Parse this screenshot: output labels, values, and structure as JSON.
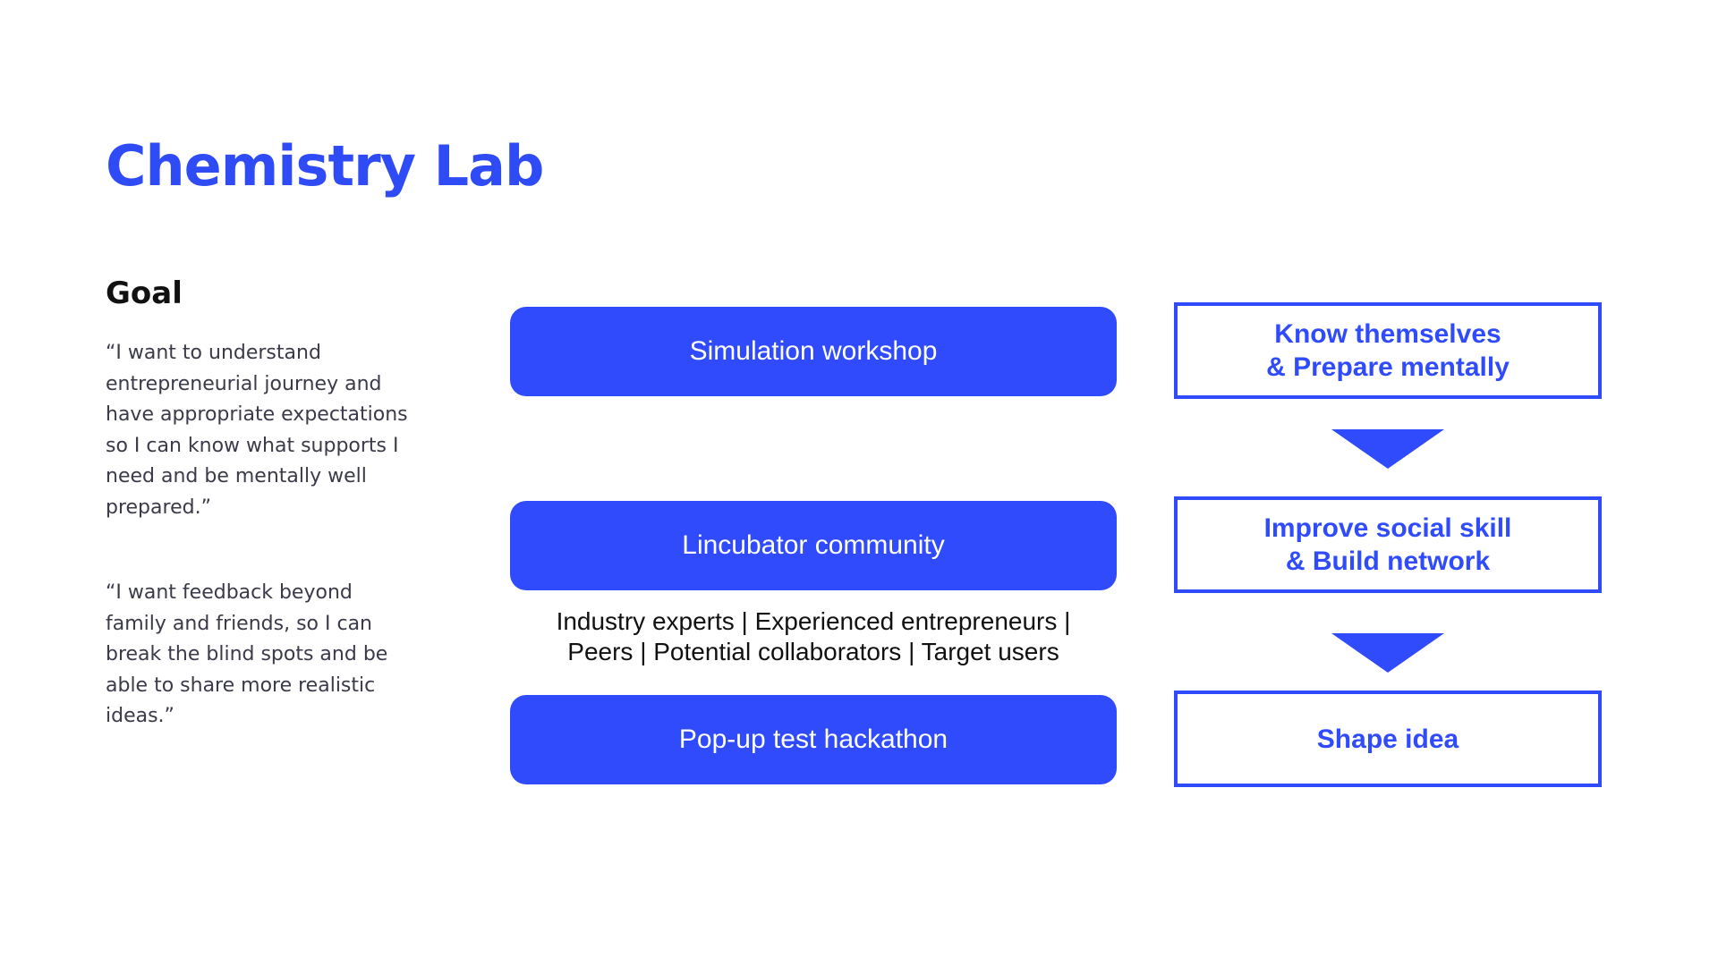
{
  "slide": {
    "title": "Chemistry Lab",
    "goal_heading": "Goal",
    "quotes": [
      "“I want to understand entrepreneurial journey and have appropriate expectations so I can know what supports I need and be mentally well prepared.”",
      "“I want feedback beyond family and friends, so I can break the blind spots and be able to share more realistic ideas.”"
    ]
  },
  "activities": [
    {
      "label": "Simulation workshop"
    },
    {
      "label": "Lincubator community"
    },
    {
      "label": "Pop-up test hackathon"
    }
  ],
  "participants": {
    "line1": "Industry experts | Experienced entrepreneurs |",
    "line2": "Peers | Potential collaborators | Target users"
  },
  "outcomes": [
    {
      "line1": "Know themselves",
      "line2": "& Prepare mentally"
    },
    {
      "line1": "Improve social skill",
      "line2": "& Build network"
    },
    {
      "line1": "Shape idea",
      "line2": ""
    }
  ],
  "colors": {
    "accent": "#2f4bfb",
    "title": "#2f4bf5",
    "body_text": "#3a3a4a",
    "background": "#ffffff"
  },
  "icons": {
    "flow_arrow": "down-triangle-icon"
  }
}
